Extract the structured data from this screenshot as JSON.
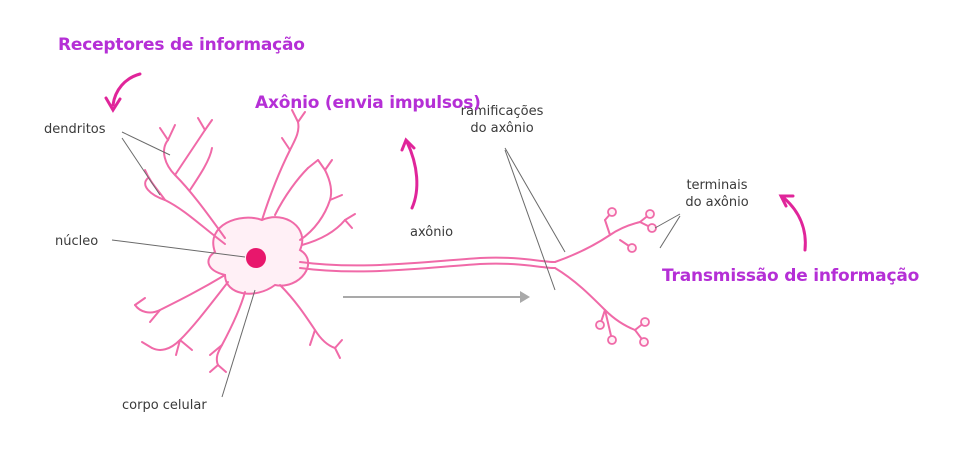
{
  "labels": {
    "dendrites": "dendritos",
    "nucleus": "núcleo",
    "cell_body": "corpo celular",
    "axon": "axônio",
    "axon_branches_line1": "ramificações",
    "axon_branches_line2": "do axônio",
    "terminals_line1": "terminais",
    "terminals_line2": "do axônio"
  },
  "annotations": {
    "receptors": "Receptores de informação",
    "axon_sends": "Axônio (envia impulsos)",
    "transmission": "Transmissão de informação"
  },
  "colors": {
    "annotation": "#b52fd6",
    "neuron_outline": "#f06aa8",
    "neuron_fill": "#fff0f6",
    "nucleus": "#e8176c",
    "arrow": "#e0259a",
    "leader": "#6a6a6a",
    "direction_arrow": "#a9a9a9"
  }
}
